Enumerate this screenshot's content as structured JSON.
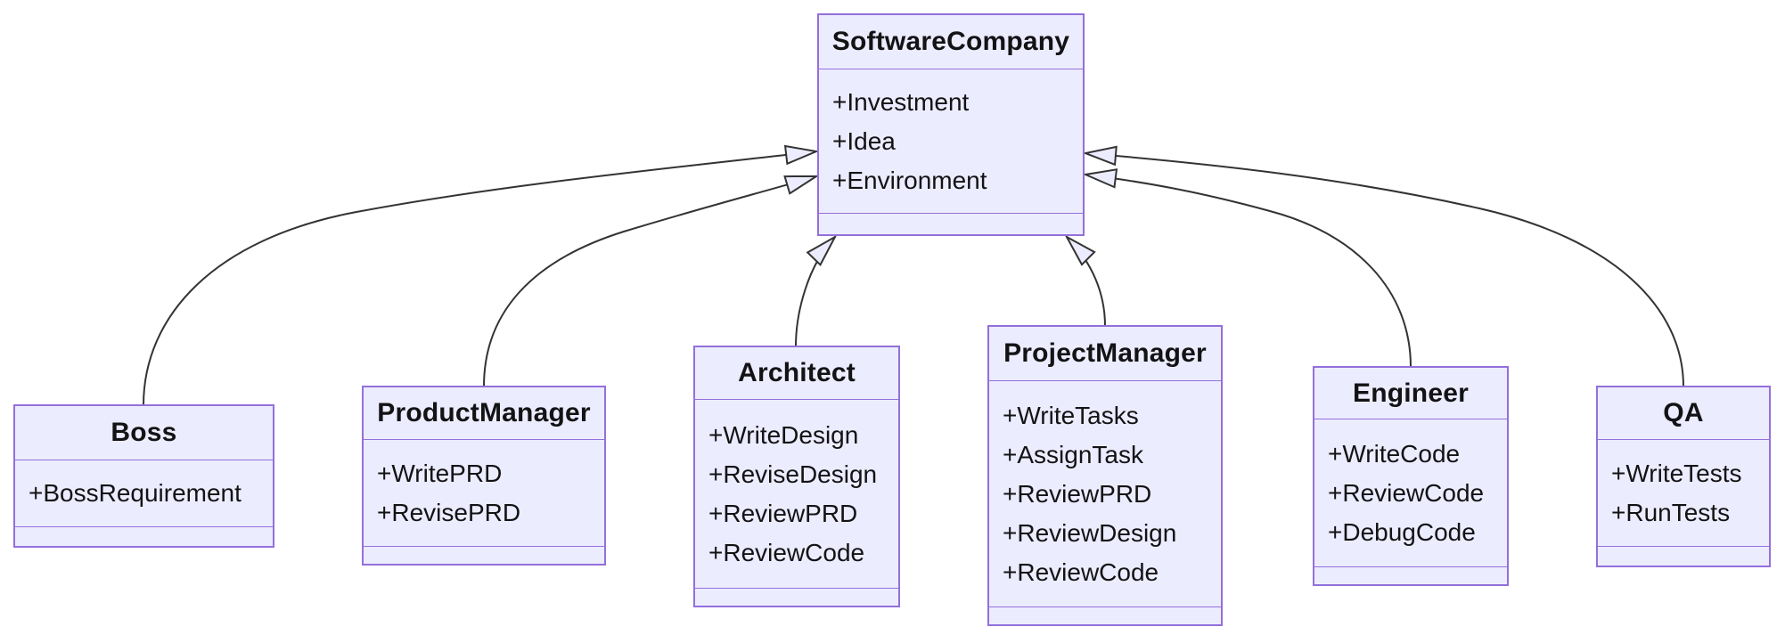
{
  "diagram": {
    "type": "uml-class-diagram",
    "colors": {
      "node_fill": "#ECECFF",
      "node_border": "#9370DB",
      "edge_line": "#333333",
      "text": "#131315",
      "background": "#ffffff"
    },
    "classes": [
      {
        "name": "SoftwareCompany",
        "members": [
          "+Investment",
          "+Idea",
          "+Environment"
        ],
        "methods": []
      },
      {
        "name": "Boss",
        "members": [
          "+BossRequirement"
        ],
        "methods": []
      },
      {
        "name": "ProductManager",
        "members": [
          "+WritePRD",
          "+RevisePRD"
        ],
        "methods": []
      },
      {
        "name": "Architect",
        "members": [
          "+WriteDesign",
          "+ReviseDesign",
          "+ReviewPRD",
          "+ReviewCode"
        ],
        "methods": []
      },
      {
        "name": "ProjectManager",
        "members": [
          "+WriteTasks",
          "+AssignTask",
          "+ReviewPRD",
          "+ReviewDesign",
          "+ReviewCode"
        ],
        "methods": []
      },
      {
        "name": "Engineer",
        "members": [
          "+WriteCode",
          "+ReviewCode",
          "+DebugCode"
        ],
        "methods": []
      },
      {
        "name": "QA",
        "members": [
          "+WriteTests",
          "+RunTests"
        ],
        "methods": []
      }
    ],
    "relations": [
      {
        "from": "Boss",
        "to": "SoftwareCompany",
        "type": "inheritance"
      },
      {
        "from": "ProductManager",
        "to": "SoftwareCompany",
        "type": "inheritance"
      },
      {
        "from": "Architect",
        "to": "SoftwareCompany",
        "type": "inheritance"
      },
      {
        "from": "ProjectManager",
        "to": "SoftwareCompany",
        "type": "inheritance"
      },
      {
        "from": "Engineer",
        "to": "SoftwareCompany",
        "type": "inheritance"
      },
      {
        "from": "QA",
        "to": "SoftwareCompany",
        "type": "inheritance"
      }
    ]
  }
}
